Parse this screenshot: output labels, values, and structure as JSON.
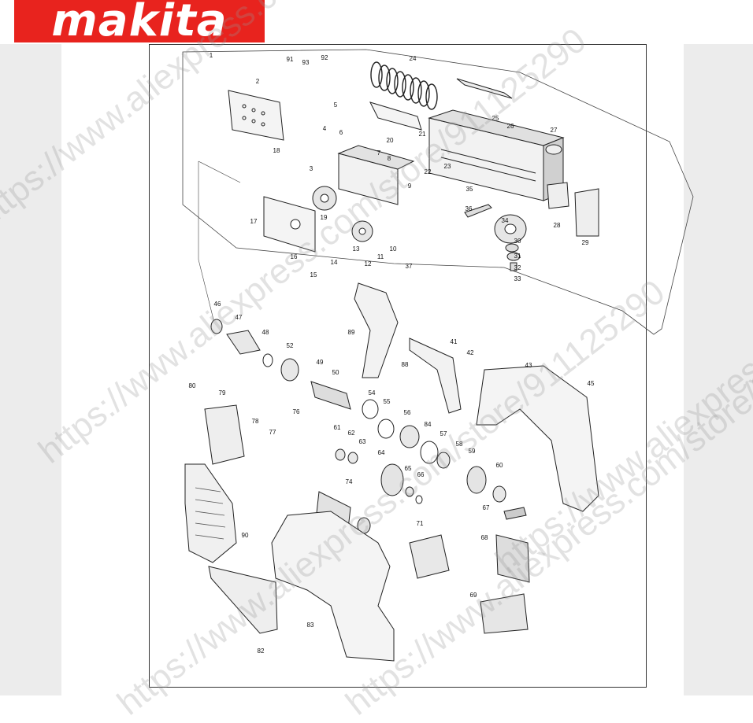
{
  "brand": {
    "logo_text": "makita",
    "accent": "#e8231e"
  },
  "watermark": {
    "lines": [
      "https://www.aliexpress.com/store/911125290",
      "https://www.aliexpress.com/store/911125290",
      "https://www.aliexpress.com/store/911125290",
      "https://www.aliexpress.com/store/911125290",
      "https://www.aliexpress.com/store/911125290"
    ]
  },
  "parts": [
    {
      "n": "1"
    },
    {
      "n": "2"
    },
    {
      "n": "3"
    },
    {
      "n": "4"
    },
    {
      "n": "5"
    },
    {
      "n": "6"
    },
    {
      "n": "7"
    },
    {
      "n": "8"
    },
    {
      "n": "9"
    },
    {
      "n": "10"
    },
    {
      "n": "11"
    },
    {
      "n": "12"
    },
    {
      "n": "13"
    },
    {
      "n": "14"
    },
    {
      "n": "15"
    },
    {
      "n": "16"
    },
    {
      "n": "17"
    },
    {
      "n": "18"
    },
    {
      "n": "19"
    },
    {
      "n": "20"
    },
    {
      "n": "21"
    },
    {
      "n": "22"
    },
    {
      "n": "23"
    },
    {
      "n": "24"
    },
    {
      "n": "25"
    },
    {
      "n": "26"
    },
    {
      "n": "27"
    },
    {
      "n": "28"
    },
    {
      "n": "29"
    },
    {
      "n": "30"
    },
    {
      "n": "31"
    },
    {
      "n": "32"
    },
    {
      "n": "33"
    },
    {
      "n": "34"
    },
    {
      "n": "35"
    },
    {
      "n": "36"
    },
    {
      "n": "37"
    },
    {
      "n": "41"
    },
    {
      "n": "42"
    },
    {
      "n": "43"
    },
    {
      "n": "45"
    },
    {
      "n": "46"
    },
    {
      "n": "47"
    },
    {
      "n": "48"
    },
    {
      "n": "49"
    },
    {
      "n": "50"
    },
    {
      "n": "52"
    },
    {
      "n": "54"
    },
    {
      "n": "55"
    },
    {
      "n": "56"
    },
    {
      "n": "57"
    },
    {
      "n": "58"
    },
    {
      "n": "59"
    },
    {
      "n": "60"
    },
    {
      "n": "61"
    },
    {
      "n": "62"
    },
    {
      "n": "63"
    },
    {
      "n": "64"
    },
    {
      "n": "65"
    },
    {
      "n": "66"
    },
    {
      "n": "67"
    },
    {
      "n": "68"
    },
    {
      "n": "69"
    },
    {
      "n": "71"
    },
    {
      "n": "74"
    },
    {
      "n": "76"
    },
    {
      "n": "77"
    },
    {
      "n": "78"
    },
    {
      "n": "79"
    },
    {
      "n": "80"
    },
    {
      "n": "82"
    },
    {
      "n": "83"
    },
    {
      "n": "84"
    },
    {
      "n": "88"
    },
    {
      "n": "89"
    },
    {
      "n": "90"
    },
    {
      "n": "91"
    },
    {
      "n": "92"
    },
    {
      "n": "93"
    }
  ]
}
